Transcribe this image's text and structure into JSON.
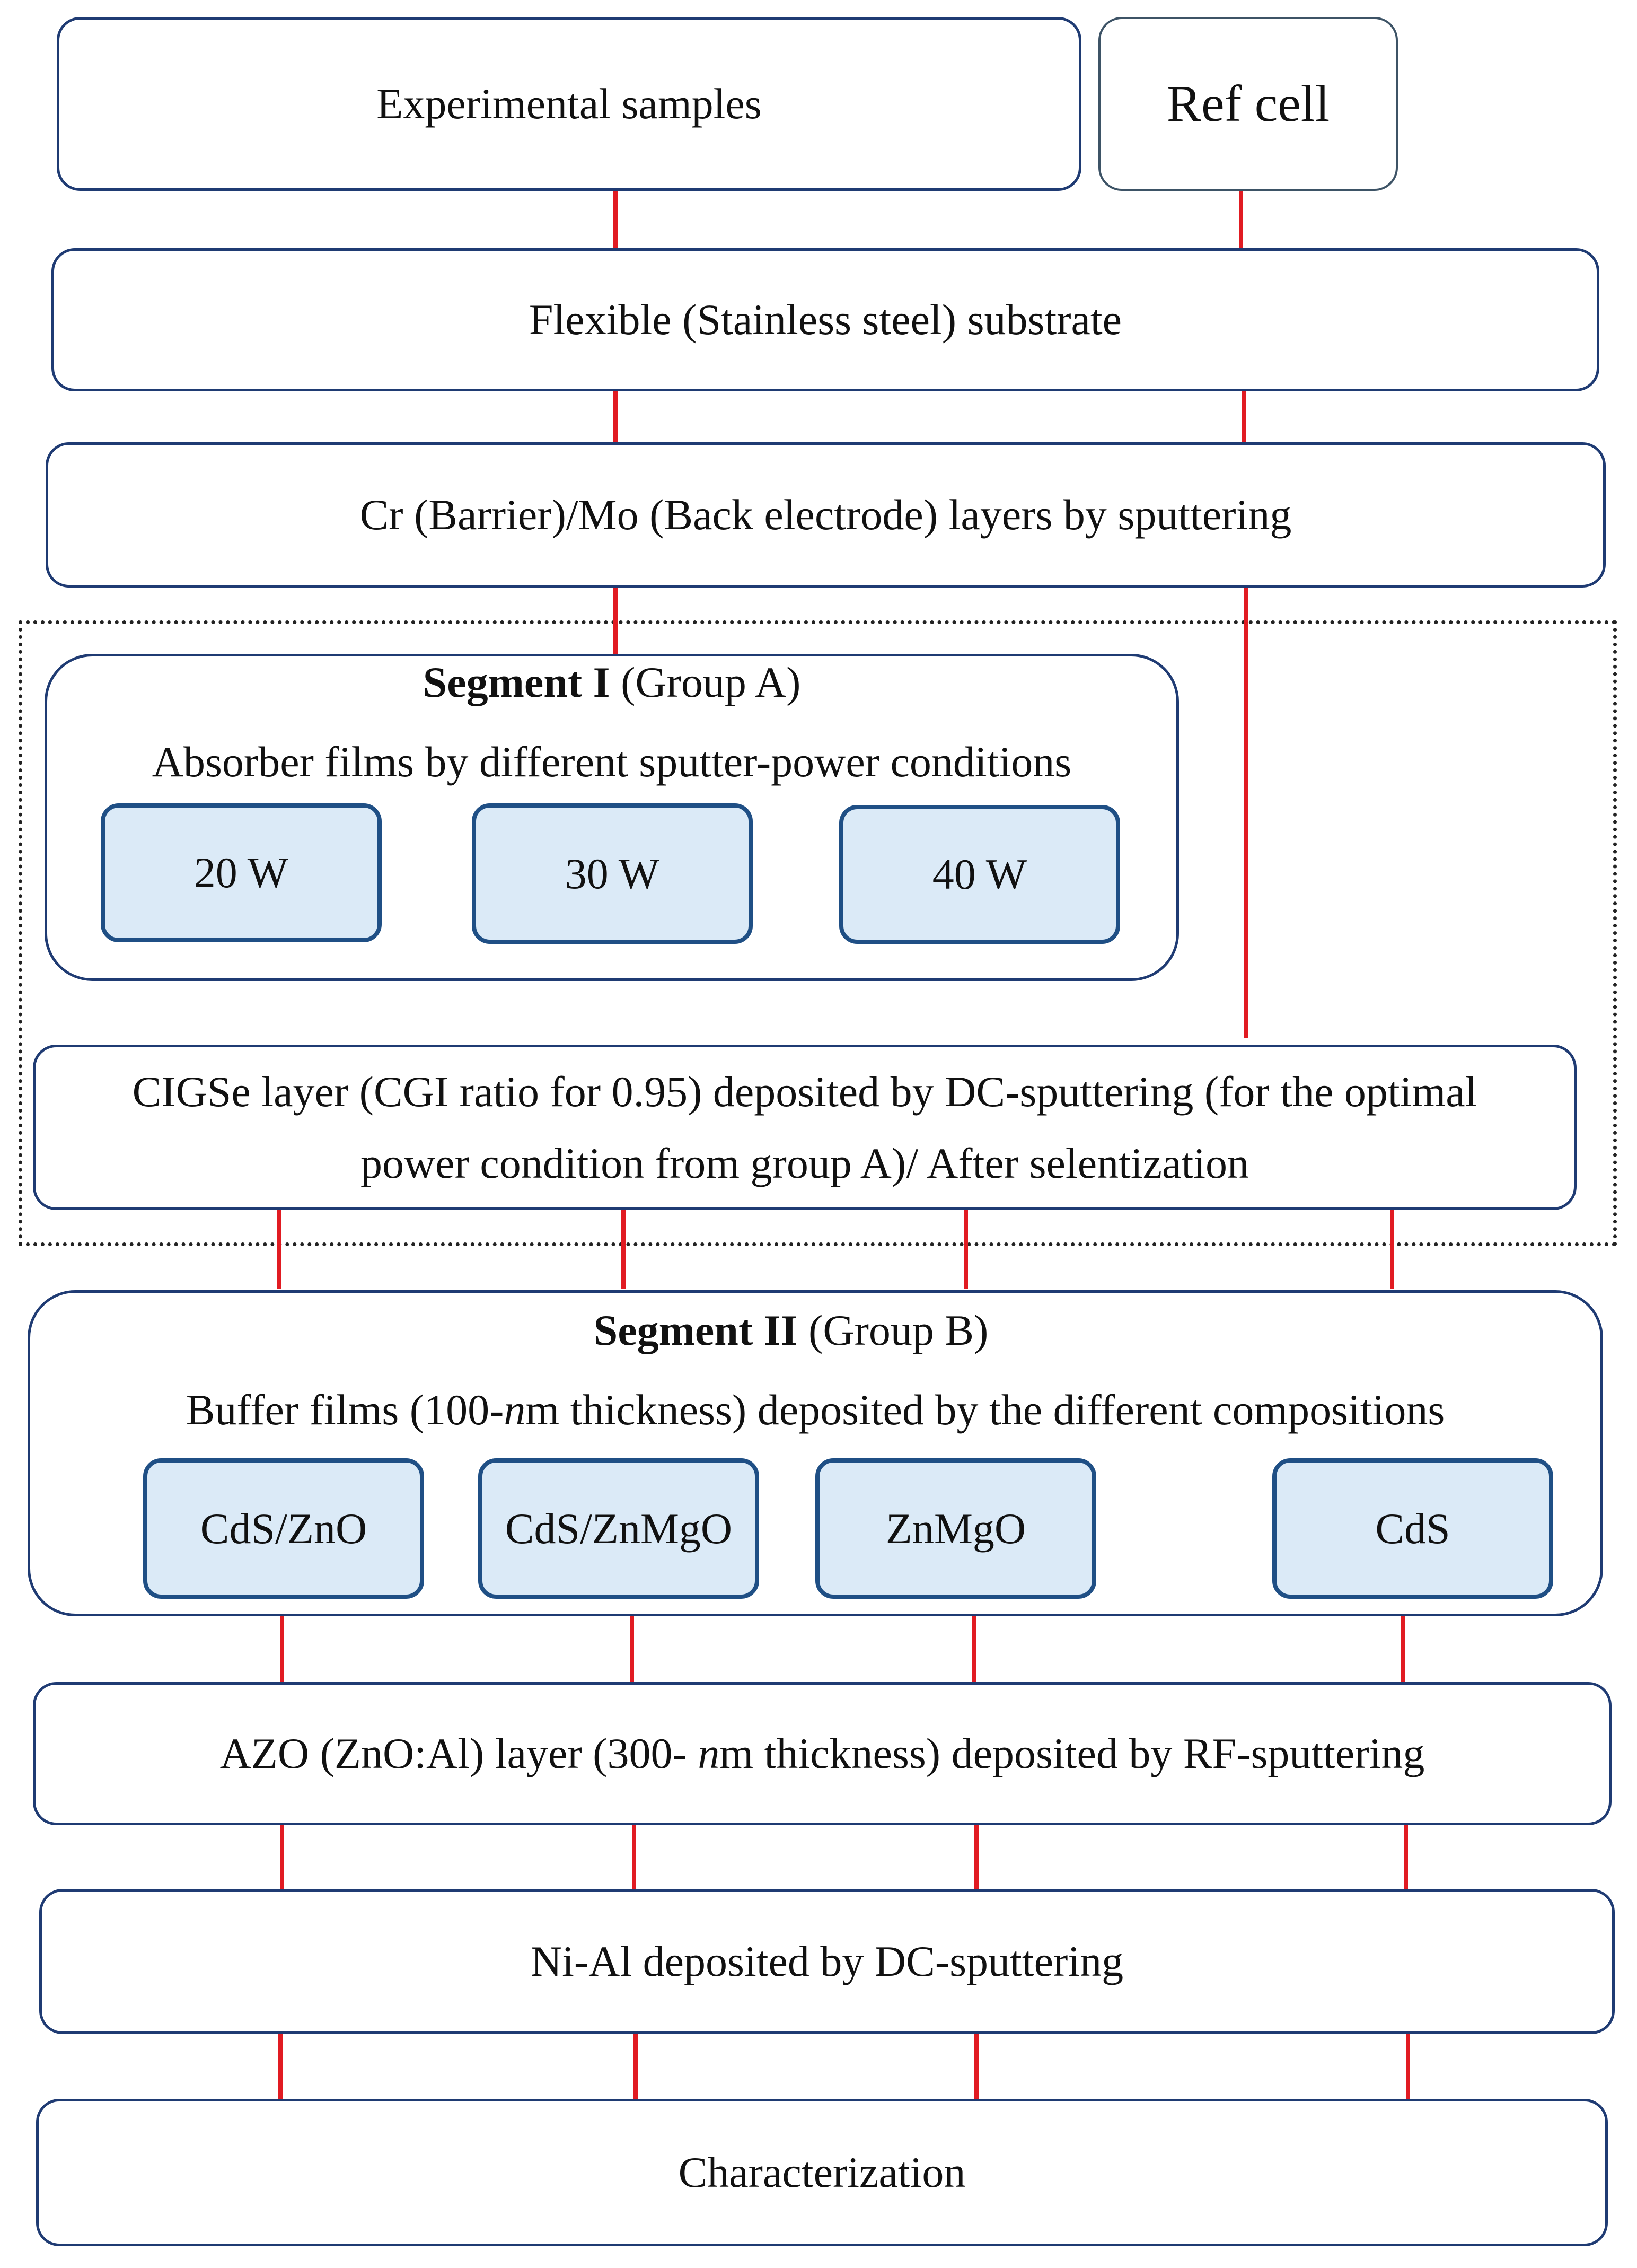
{
  "top": {
    "experimental": "Experimental samples",
    "ref_cell": "Ref cell"
  },
  "substrate": "Flexible (Stainless steel) substrate",
  "cr_mo": "Cr (Barrier)/Mo (Back electrode) layers by sputtering",
  "segment1": {
    "title_bold": "Segment I",
    "title_rest": " (Group A)",
    "subtitle": "Absorber films by different sputter-power conditions",
    "powers": [
      "20 W",
      "30 W",
      "40 W"
    ]
  },
  "cigse": {
    "line1": "CIGSe layer (CGI ratio for 0.95) deposited by DC-sputtering (for the optimal",
    "line2": "power condition from group A)/ After selentization"
  },
  "segment2": {
    "title_bold": "Segment II",
    "title_rest": " (Group B)",
    "subtitle_pre": "Buffer films (100-",
    "subtitle_italic": "n",
    "subtitle_post": "m thickness) deposited by the different compositions",
    "buffers": [
      "CdS/ZnO",
      "CdS/ZnMgO",
      "ZnMgO",
      "CdS"
    ]
  },
  "azo": {
    "pre": "AZO (ZnO:Al) layer (300- ",
    "italic": "n",
    "post": "m thickness) deposited by RF-sputtering"
  },
  "nial": "Ni-Al deposited by DC-sputtering",
  "characterization": "Characterization",
  "colors": {
    "box_border": "#1f3b73",
    "chip_fill": "#dbeaf7",
    "chip_border": "#1f4f85",
    "connector": "#e11b22"
  }
}
